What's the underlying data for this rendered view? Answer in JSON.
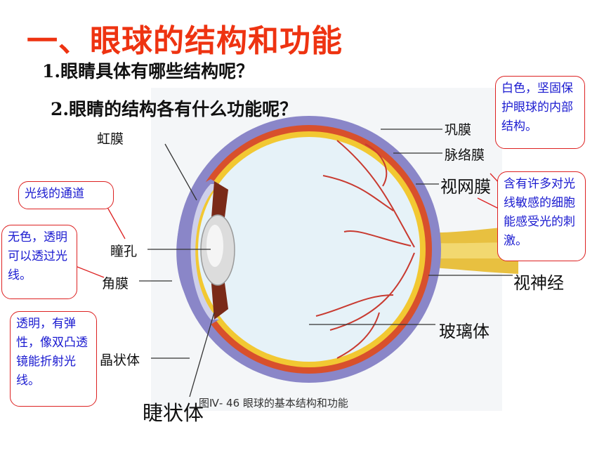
{
  "title": "一、眼球的结构和功能",
  "questions": [
    "1.眼睛具体有哪些结构呢？",
    "2.眼睛的结构各有什么功能呢？"
  ],
  "labels": {
    "iris": "虹膜",
    "pupil": "瞳孔",
    "cornea": "角膜",
    "lens": "晶状体",
    "ciliary": "睫状体",
    "sclera": "巩膜",
    "choroid": "脉络膜",
    "retina": "视网膜",
    "optic_nerve": "视神经",
    "vitreous": "玻璃体"
  },
  "notes": {
    "pupil": "光线的通道",
    "cornea": "无色，透明可以透过光线。",
    "lens": "透明，有弹性，像双凸透镜能折射光线。",
    "sclera": "白色，坚固保护眼球的内部结构。",
    "retina": "含有许多对光线敏感的细胞能感受光的刺激。"
  },
  "caption": "图Ⅳ- 46   眼球的基本结构和功能",
  "colors": {
    "title": "#ee3311",
    "note_text": "#1a1ad0",
    "note_border": "#d22222"
  }
}
